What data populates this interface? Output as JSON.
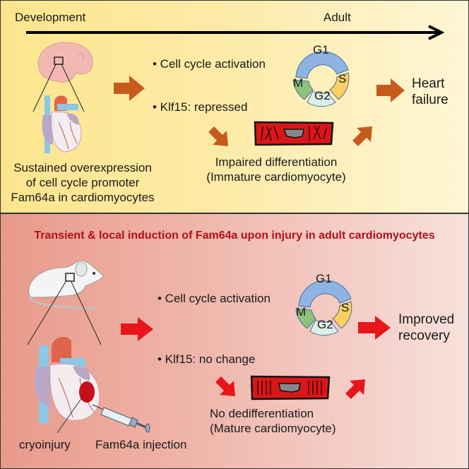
{
  "colors": {
    "top_arrow": "#c65a1c",
    "bottom_arrow": "#e8151a",
    "subtitle": "#b0101a",
    "g1": "#8fb4e3",
    "s": "#fbcf60",
    "g2": "#dcefe8",
    "m": "#8fc27a",
    "cell_fill": "#d9161a"
  },
  "top_panel": {
    "timeline": {
      "start_label": "Development",
      "end_label": "Adult"
    },
    "bullets": [
      "• Cell cycle activation",
      "• Klf15: repressed"
    ],
    "cell_cycle": {
      "phases": [
        "G1",
        "S",
        "G2",
        "M"
      ]
    },
    "cell_caption": "Impaired differentiation\n(Immature cardiomyocyte)",
    "left_caption": "Sustained overexpression\nof cell cycle promoter\nFam64a in cardiomyocytes",
    "outcome": "Heart\nfailure",
    "icons": [
      "embryo-icon",
      "heart-icon",
      "immature-cardiomyocyte-icon"
    ]
  },
  "bottom_panel": {
    "title": "Transient & local induction of Fam64a upon injury in adult cardiomyocytes",
    "bullets": [
      "• Cell cycle activation",
      "• Klf15: no change"
    ],
    "cell_cycle": {
      "phases": [
        "G1",
        "S",
        "G2",
        "M"
      ]
    },
    "cell_caption": "No dedifferentiation\n(Mature cardiomyocyte)",
    "outcome": "Improved\nrecovery",
    "labels": {
      "injury": "cryoinjury",
      "injection": "Fam64a injection"
    },
    "icons": [
      "mouse-icon",
      "heart-icon",
      "syringe-icon",
      "mature-cardiomyocyte-icon"
    ]
  }
}
